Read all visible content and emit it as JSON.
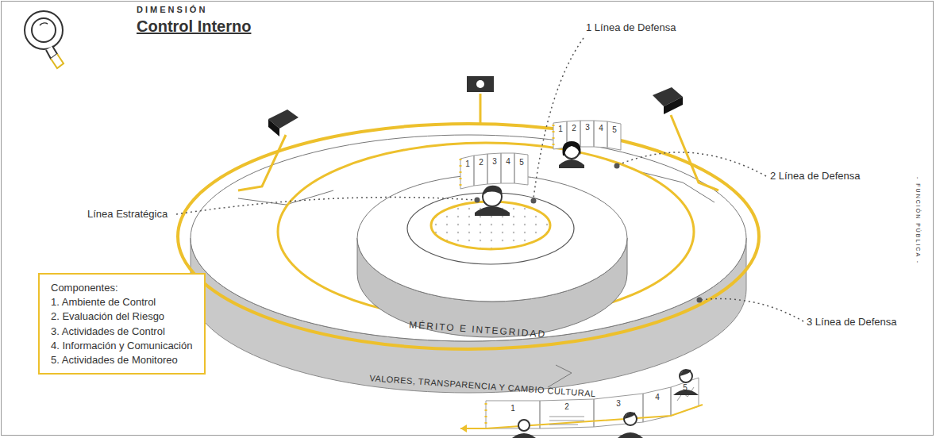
{
  "diagram": {
    "title": "Control Interno",
    "nodes": [
      {
        "text": [
          "MÉRITO E INTEGRIDAD"
        ]
      },
      {
        "text": [
          "VALORES, TRANSPARENCIA Y CAMBIO CULTURAL"
        ]
      },
      {
        "text": [
          "Componentes:",
          "1. Ambiente de Control",
          "2. Evaluación del Riesgo",
          "3. Actividades de Control",
          "4. Información y Comunicación",
          "5. Actividades de Monitoreo"
        ]
      }
    ],
    "labels": [
      "DIMENSIÓN",
      "1 Línea de Defensa",
      "2 Línea de Defensa",
      "3 Línea de Defensa",
      "Línea Estratégica",
      "1",
      "2",
      "3",
      "4",
      "5",
      "1",
      "2",
      "3",
      "4",
      "5",
      "1",
      "2",
      "3",
      "4",
      "5",
      "- FUNCIÓN PÚBLICA -"
    ]
  }
}
